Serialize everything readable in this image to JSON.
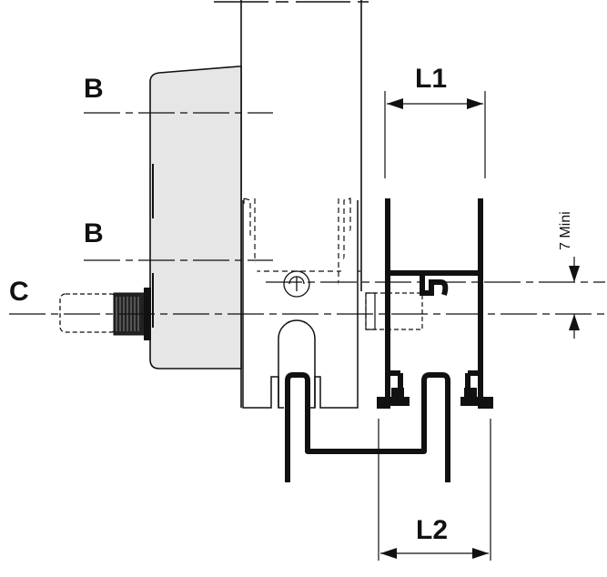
{
  "labels": {
    "b_upper": "B",
    "b_lower": "B",
    "c": "C",
    "l1": "L1",
    "l2": "L2",
    "min_gap": "7 Mini"
  },
  "colors": {
    "ink": "#111111",
    "housing_fill": "#e6e6e6",
    "background": "#ffffff"
  }
}
